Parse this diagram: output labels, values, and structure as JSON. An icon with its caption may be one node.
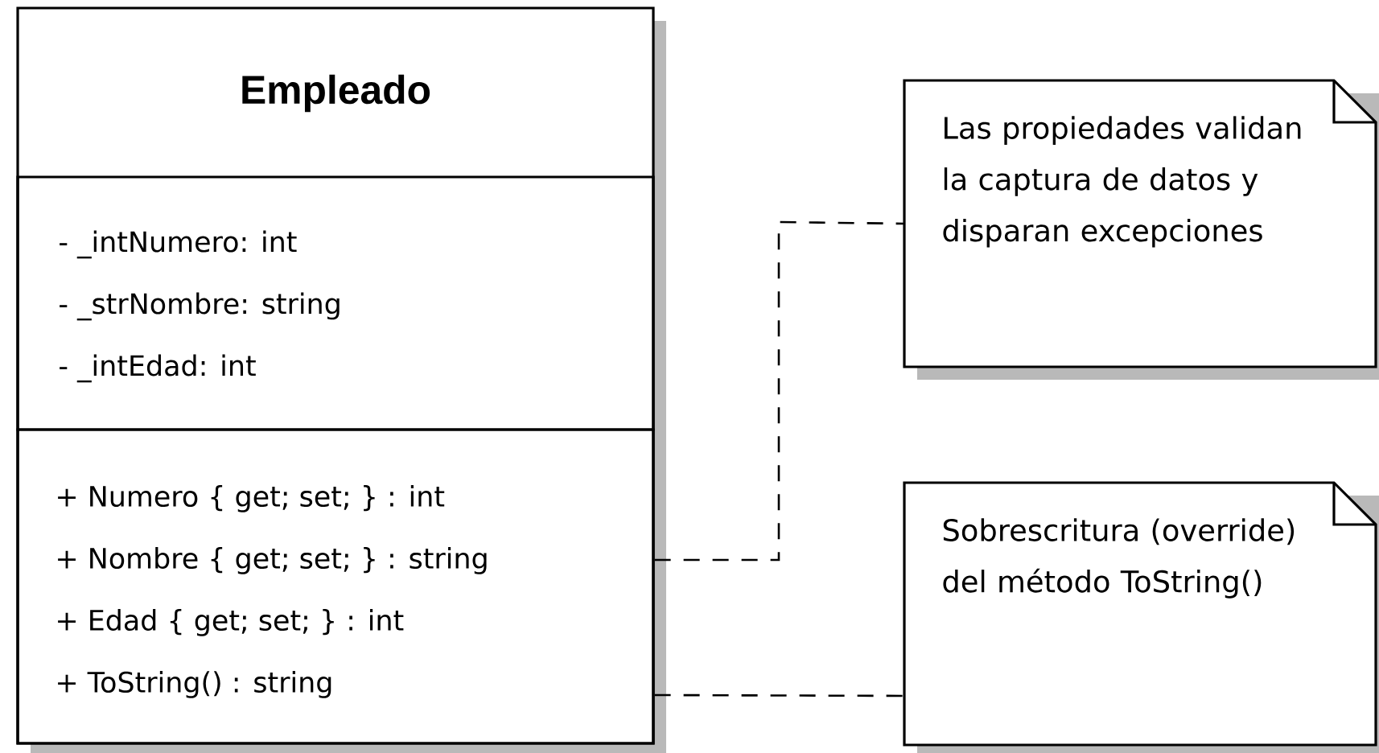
{
  "diagram": {
    "nodes": [
      {
        "text": [
          "Empleado"
        ]
      },
      {
        "text": [
          "- _intNumero: int",
          "- _strNombre: string",
          "- _intEdad: int"
        ],
        "in": 0
      },
      {
        "text": [
          "+ Numero { get; set; } : int",
          "+ Nombre { get; set; } : string",
          "+ Edad { get; set; } : int",
          "+ ToString() : string"
        ],
        "in": 0
      },
      {
        "text": [
          "Las propiedades validan la captura de datos y disparan excepciones"
        ]
      },
      {
        "text": [
          "Sobrescritura (override) del método ToString()"
        ]
      }
    ],
    "edges": [
      {
        "from": 2,
        "to": 3,
        "arrow": "none",
        "style": "dashed"
      },
      {
        "from": 2,
        "to": 4,
        "arrow": "none",
        "style": "dashed"
      }
    ]
  }
}
